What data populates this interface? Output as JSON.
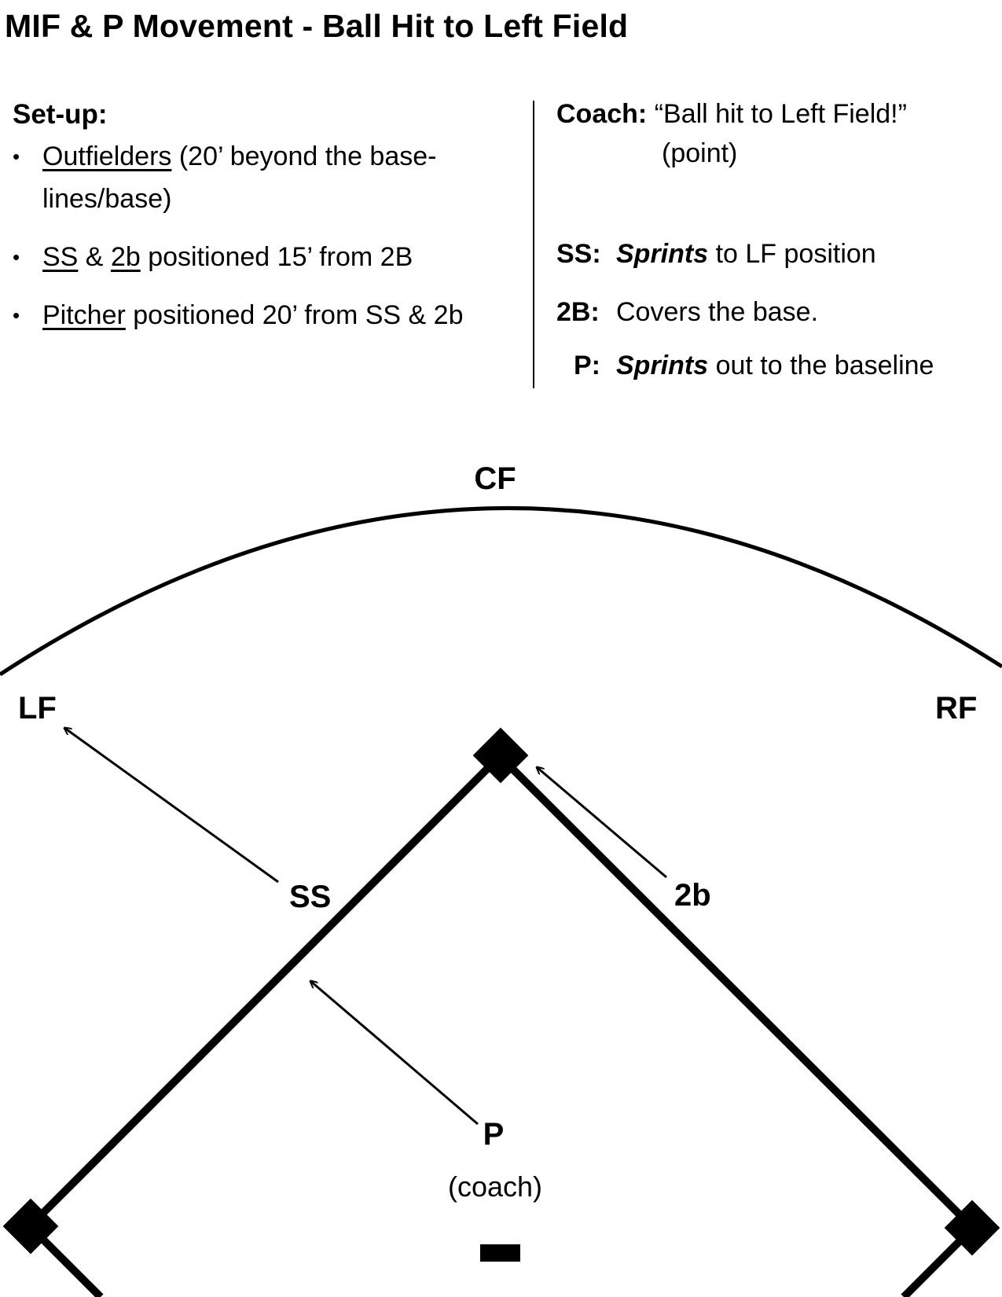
{
  "title": "MIF & P Movement - Ball Hit to Left Field",
  "setup": {
    "heading": "Set-up:",
    "items": [
      {
        "underlined": "Outfielders",
        "rest": " (20’ beyond the base-",
        "rest2": "lines/base)"
      },
      {
        "underlined": "SS",
        "mid": " & ",
        "underlined2": "2b",
        "rest": " positioned 15’ from 2B"
      },
      {
        "underlined": "Pitcher",
        "rest": " positioned 20’ from SS & 2b"
      }
    ]
  },
  "instructions": {
    "coach": {
      "label": "Coach:",
      "text": "“Ball hit to Left Field!”",
      "text2": "(point)"
    },
    "ss": {
      "label": "SS:",
      "emph": "Sprints",
      "text": " to LF position"
    },
    "second": {
      "label": "2B:",
      "text": "Covers the base."
    },
    "pitcher": {
      "label": "P:",
      "emph": "Sprints",
      "text": " out to the baseline"
    }
  },
  "field_labels": {
    "cf": "CF",
    "lf": "LF",
    "rf": "RF",
    "ss": "SS",
    "second_base_player": "2b",
    "pitcher": "P",
    "pitcher_note": "(coach)"
  }
}
